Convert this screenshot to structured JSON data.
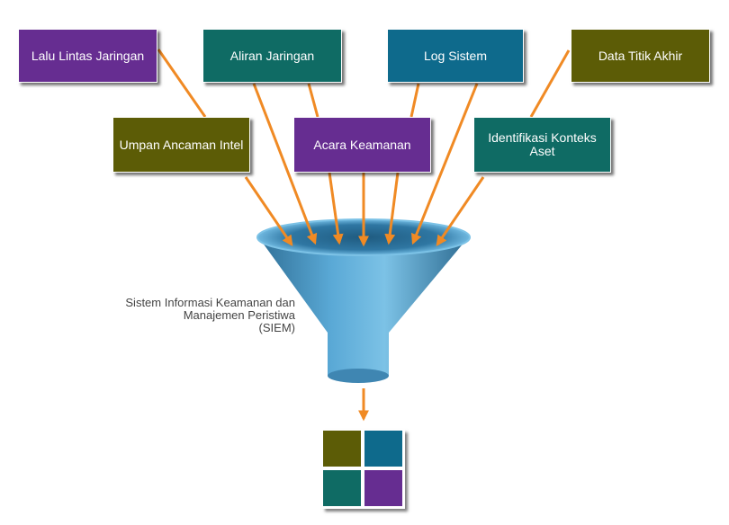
{
  "sources": {
    "row1": [
      {
        "label": "Lalu Lintas Jaringan",
        "color": "#662d91"
      },
      {
        "label": "Aliran Jaringan",
        "color": "#0f6b64"
      },
      {
        "label": "Log Sistem",
        "color": "#0e6a8c"
      },
      {
        "label": "Data Titik Akhir",
        "color": "#5c5c06"
      }
    ],
    "row2": [
      {
        "label": "Umpan Ancaman Intel",
        "color": "#5c5c06"
      },
      {
        "label": "Acara Keamanan",
        "color": "#662d91"
      },
      {
        "label": "Identifikasi Konteks Aset",
        "color": "#0f6b64"
      }
    ]
  },
  "funnel": {
    "label_lines": [
      "Sistem Informasi Keamanan dan",
      "Manajemen Peristiwa",
      "(SIEM)"
    ],
    "color": "#3f8fbf"
  },
  "arrow_color": "#f08a24",
  "output_tiles": [
    "#5c5c06",
    "#0e6a8c",
    "#0f6b64",
    "#662d91"
  ]
}
